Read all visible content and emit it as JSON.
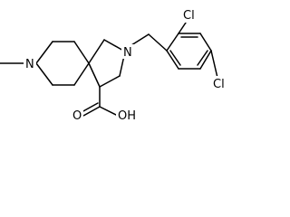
{
  "molecule": {
    "atoms": {
      "methyl_n": "N",
      "ring_n": "N",
      "chloro_top": "Cl",
      "chloro_right": "Cl",
      "acid": "OH",
      "carbonyl_o": "O"
    }
  }
}
